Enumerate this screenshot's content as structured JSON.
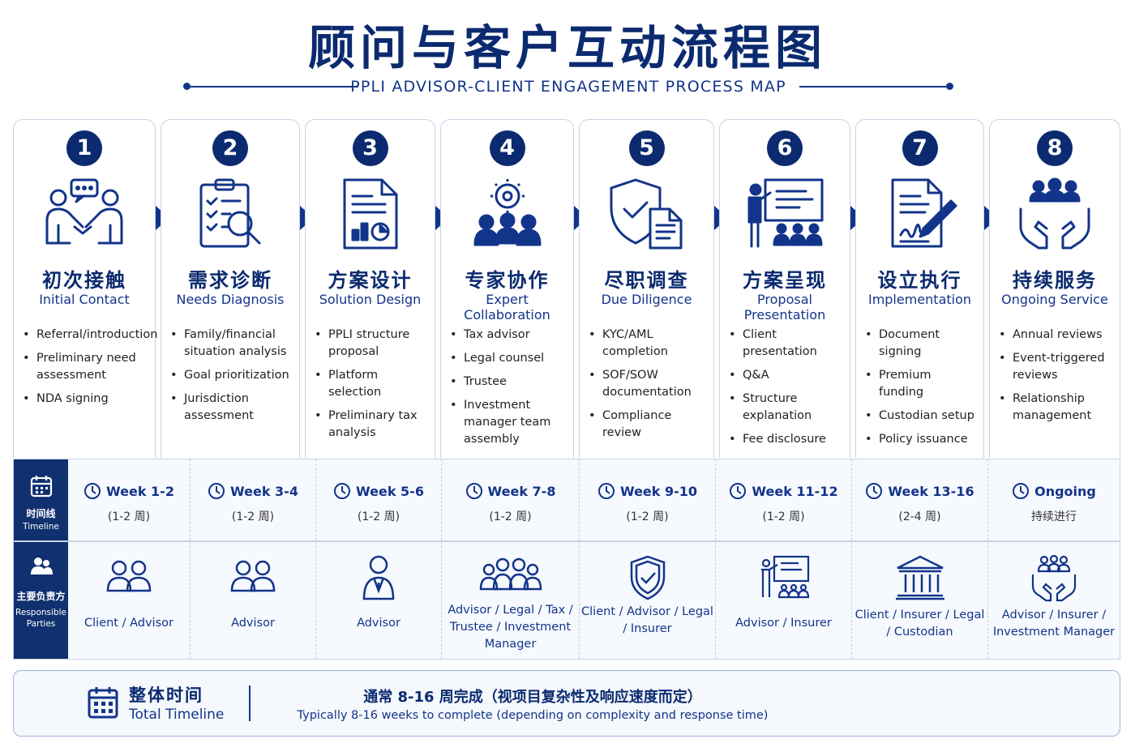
{
  "header": {
    "title": "顾问与客户互动流程图",
    "subtitle": "PPLI ADVISOR-CLIENT ENGAGEMENT PROCESS MAP"
  },
  "colors": {
    "primary": "#0b2a6f",
    "accent": "#12348a",
    "panel": "#f6f9fd"
  },
  "steps": [
    {
      "num": "1",
      "zh": "初次接触",
      "en": "Initial Contact",
      "icon": "handshake-chat-icon",
      "items": [
        "Referral/introduction",
        "Preliminary need assessment",
        "NDA signing"
      ]
    },
    {
      "num": "2",
      "zh": "需求诊断",
      "en": "Needs Diagnosis",
      "icon": "clipboard-search-icon",
      "items": [
        "Family/financial situation analysis",
        "Goal prioritization",
        "Jurisdiction assessment"
      ]
    },
    {
      "num": "3",
      "zh": "方案设计",
      "en": "Solution Design",
      "icon": "document-chart-icon",
      "items": [
        "PPLI structure proposal",
        "Platform selection",
        "Preliminary tax analysis"
      ]
    },
    {
      "num": "4",
      "zh": "专家协作",
      "en": "Expert Collaboration",
      "icon": "team-gear-icon",
      "items": [
        "Tax advisor",
        "Legal counsel",
        "Trustee",
        "Investment manager team assembly"
      ]
    },
    {
      "num": "5",
      "zh": "尽职调查",
      "en": "Due Diligence",
      "icon": "shield-document-icon",
      "items": [
        "KYC/AML completion",
        "SOF/SOW documentation",
        "Compliance review"
      ]
    },
    {
      "num": "6",
      "zh": "方案呈现",
      "en": "Proposal Presentation",
      "icon": "presenter-board-icon",
      "items": [
        "Client presentation",
        "Q&A",
        "Structure explanation",
        "Fee disclosure"
      ]
    },
    {
      "num": "7",
      "zh": "设立执行",
      "en": "Implementation",
      "icon": "document-pen-icon",
      "items": [
        "Document signing",
        "Premium funding",
        "Custodian setup",
        "Policy issuance"
      ]
    },
    {
      "num": "8",
      "zh": "持续服务",
      "en": "Ongoing Service",
      "icon": "hands-people-icon",
      "items": [
        "Annual reviews",
        "Event-triggered reviews",
        "Relationship management"
      ]
    }
  ],
  "timeline": {
    "label_zh": "时间线",
    "label_en": "Timeline",
    "entries": [
      {
        "week": "Week 1-2",
        "dur": "(1-2 周)"
      },
      {
        "week": "Week 3-4",
        "dur": "(1-2 周)"
      },
      {
        "week": "Week 5-6",
        "dur": "(1-2 周)"
      },
      {
        "week": "Week 7-8",
        "dur": "(1-2 周)"
      },
      {
        "week": "Week 9-10",
        "dur": "(1-2 周)"
      },
      {
        "week": "Week 11-12",
        "dur": "(1-2 周)"
      },
      {
        "week": "Week 13-16",
        "dur": "(2-4 周)"
      },
      {
        "week": "Ongoing",
        "dur": "持续进行"
      }
    ]
  },
  "responsible": {
    "label_zh": "主要负责方",
    "label_en": "Responsible Parties",
    "entries": [
      {
        "text": "Client / Advisor",
        "icon": "two-people-icon"
      },
      {
        "text": "Advisor",
        "icon": "two-people-icon"
      },
      {
        "text": "Advisor",
        "icon": "advisor-person-icon"
      },
      {
        "text": "Advisor / Legal / Tax / Trustee / Investment Manager",
        "icon": "group-people-icon"
      },
      {
        "text": "Client / Advisor / Legal / Insurer",
        "icon": "shield-check-icon"
      },
      {
        "text": "Advisor / Insurer",
        "icon": "presenter-board-icon"
      },
      {
        "text": "Client / Insurer / Legal / Custodian",
        "icon": "institution-building-icon"
      },
      {
        "text": "Advisor / Insurer / Investment Manager",
        "icon": "hands-people-icon"
      }
    ]
  },
  "total": {
    "zh": "整体时间",
    "en": "Total Timeline",
    "desc_zh": "通常 8-16 周完成（视项目复杂性及响应速度而定）",
    "desc_en": "Typically 8-16 weeks to complete (depending on complexity and response time)"
  }
}
